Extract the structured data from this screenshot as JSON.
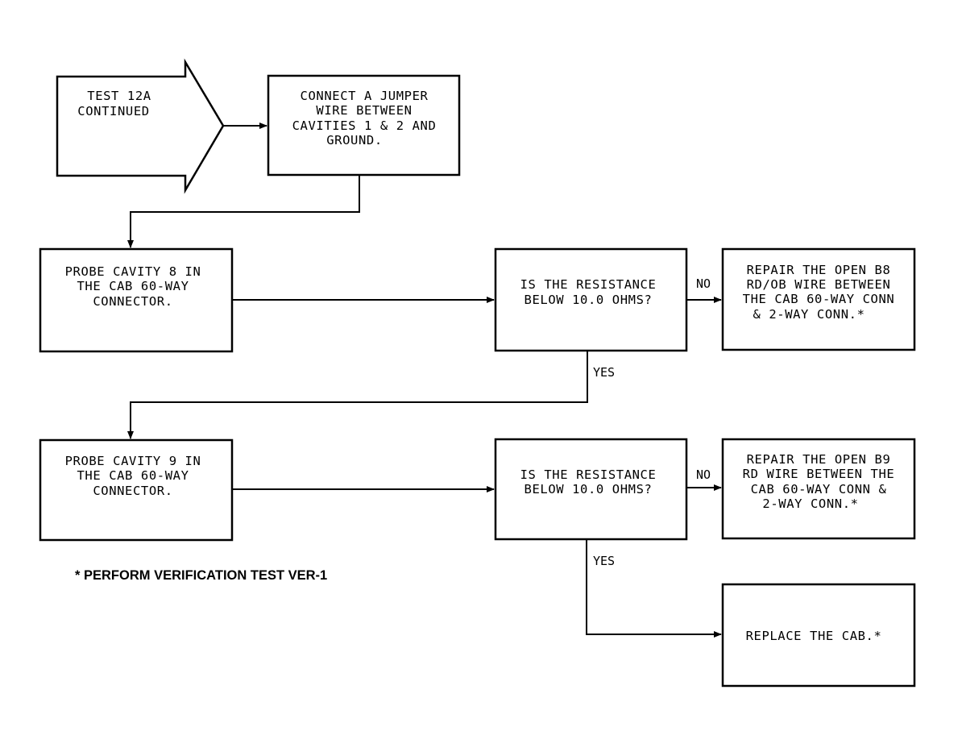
{
  "diagram": {
    "nodes": {
      "start": {
        "lines": [
          "TEST 12A",
          "CONTINUED"
        ]
      },
      "jumper": {
        "lines": [
          "CONNECT A JUMPER",
          "WIRE BETWEEN",
          "CAVITIES 1 & 2 AND",
          "GROUND."
        ]
      },
      "probe8": {
        "lines": [
          "PROBE CAVITY 8 IN",
          "THE CAB 60-WAY",
          "CONNECTOR."
        ]
      },
      "decision8": {
        "lines": [
          "IS THE RESISTANCE",
          "BELOW 10.0 OHMS?"
        ]
      },
      "repair8": {
        "lines": [
          "REPAIR THE OPEN B8",
          "RD/OB WIRE BETWEEN",
          "THE CAB 60-WAY CONN",
          "& 2-WAY CONN.*"
        ]
      },
      "probe9": {
        "lines": [
          "PROBE CAVITY 9 IN",
          "THE CAB 60-WAY",
          "CONNECTOR."
        ]
      },
      "decision9": {
        "lines": [
          "IS THE RESISTANCE",
          "BELOW 10.0 OHMS?"
        ]
      },
      "repair9": {
        "lines": [
          "REPAIR THE OPEN B9",
          "RD WIRE BETWEEN THE",
          "CAB 60-WAY CONN &",
          "2-WAY CONN.*"
        ]
      },
      "replace": {
        "lines": [
          "REPLACE THE CAB.*"
        ]
      }
    },
    "edge_labels": {
      "no_1": "NO",
      "yes_1": "YES",
      "no_2": "NO",
      "yes_2": "YES"
    },
    "footnote": "* PERFORM VERIFICATION TEST VER-1"
  }
}
